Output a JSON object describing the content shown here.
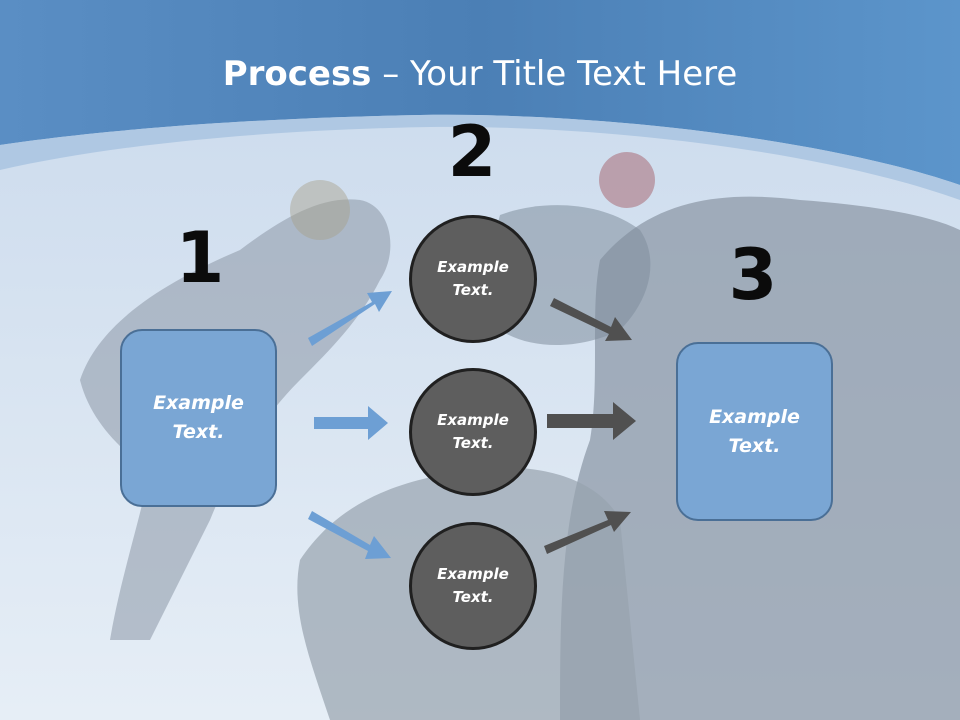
{
  "slide": {
    "title_bold": "Process",
    "title_rest": " – Your Title Text Here",
    "numbers": [
      "1",
      "2",
      "3"
    ],
    "left_box": "Example Text.",
    "right_box": "Example Text.",
    "circles": [
      "Example Text.",
      "Example Text.",
      "Example Text."
    ]
  },
  "colors": {
    "header_blue": "#4f86bd",
    "box_fill": "#7aa6d4",
    "circle_fill": "#5e5e5e",
    "blue_arrow": "#6d9fd4",
    "gray_arrow": "#505050"
  }
}
